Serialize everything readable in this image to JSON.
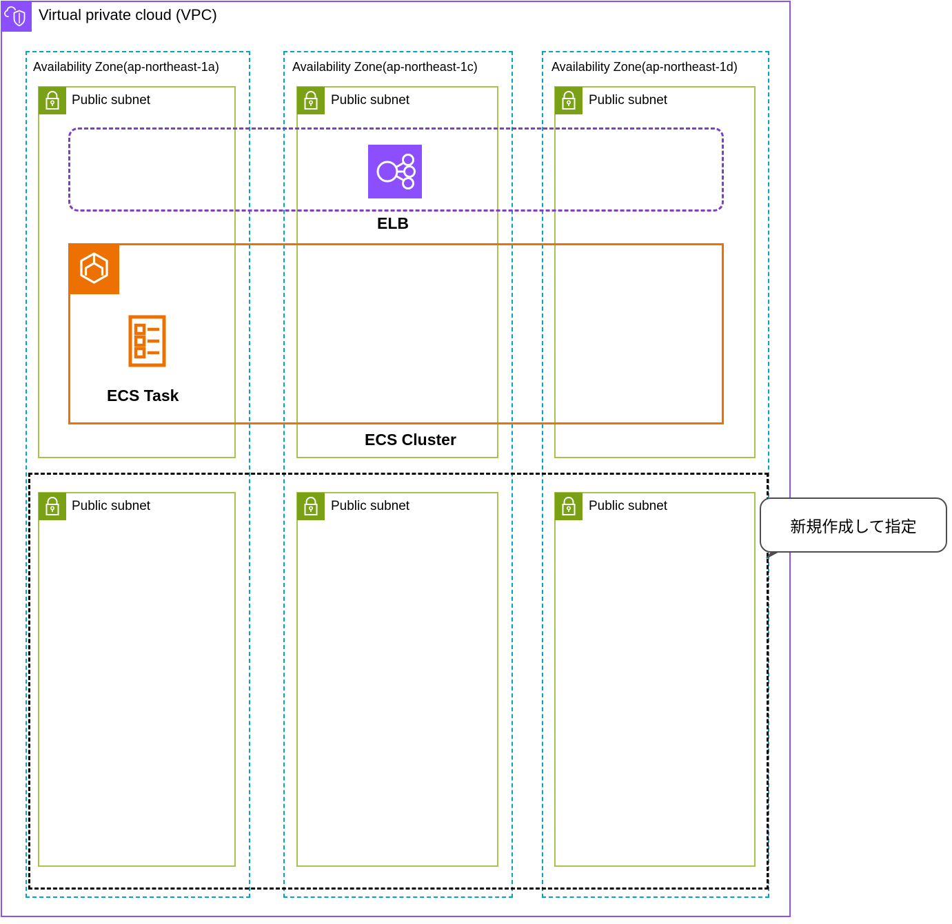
{
  "vpc": {
    "title": "Virtual private cloud (VPC)",
    "icon": "vpc-cloud-shield-icon",
    "border_color": "#8C4FFF"
  },
  "availability_zones": [
    {
      "label": "Availability Zone(ap-northeast-1a)"
    },
    {
      "label": "Availability Zone(ap-northeast-1c)"
    },
    {
      "label": "Availability Zone(ap-northeast-1d)"
    }
  ],
  "subnets_top": [
    {
      "label": "Public subnet",
      "icon": "lock-icon"
    },
    {
      "label": "Public subnet",
      "icon": "lock-icon"
    },
    {
      "label": "Public subnet",
      "icon": "lock-icon"
    }
  ],
  "subnets_bottom": [
    {
      "label": "Public subnet",
      "icon": "lock-icon"
    },
    {
      "label": "Public subnet",
      "icon": "lock-icon"
    },
    {
      "label": "Public subnet",
      "icon": "lock-icon"
    }
  ],
  "elb": {
    "label": "ELB",
    "icon": "elastic-load-balancing-icon",
    "icon_color": "#8C4FFF",
    "border_color": "#7D3FC4"
  },
  "ecs_cluster": {
    "label": "ECS Cluster",
    "icon": "ecs-cluster-hexagon-icon",
    "color": "#ED7100"
  },
  "ecs_task": {
    "label": "ECS Task",
    "icon": "ecs-task-list-icon",
    "color": "#ED7100"
  },
  "new_group": {
    "border_color": "#000000"
  },
  "callout": {
    "text": "新規作成して指定"
  },
  "colors": {
    "vpc_purple": "#8C4FFF",
    "az_cyan": "#00A4C4",
    "subnet_green": "#7AA116",
    "subnet_border_green": "#A5C44B",
    "orange": "#ED7100",
    "elb_purple": "#7D3FC4"
  }
}
